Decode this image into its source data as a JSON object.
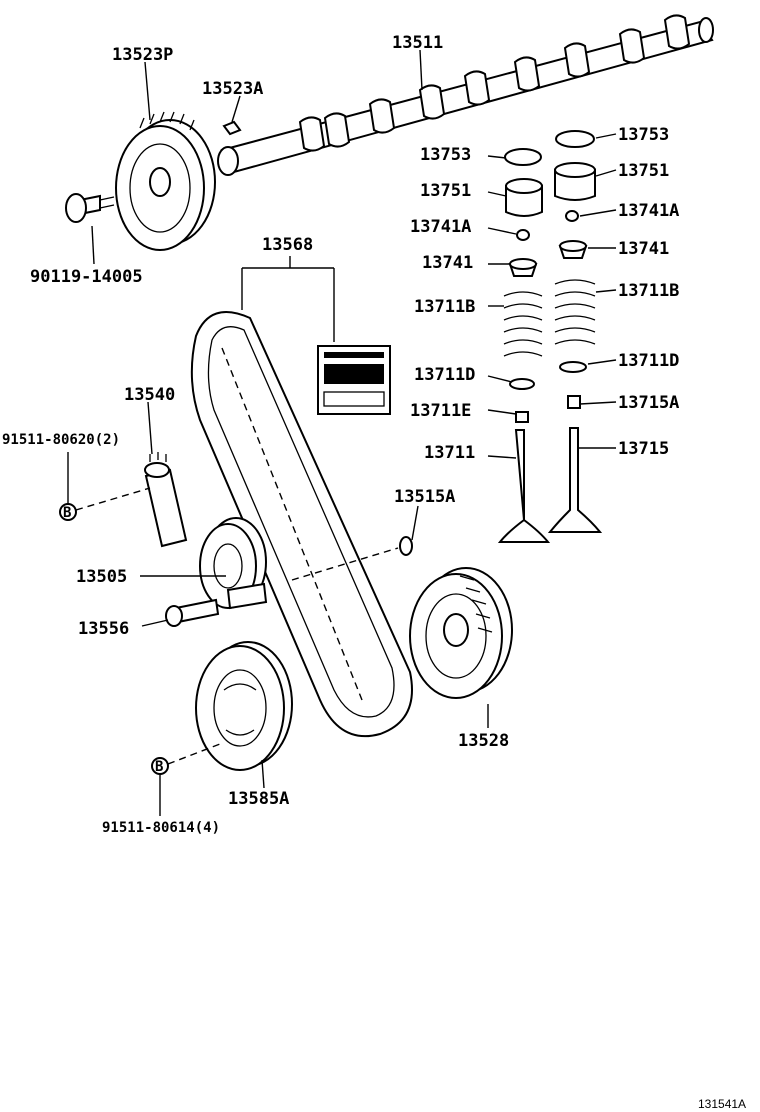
{
  "diagram": {
    "reference_code": "131541A",
    "labels": {
      "p13523P": "13523P",
      "p13523A": "13523A",
      "p13511": "13511",
      "p13753_l": "13753",
      "p13753_r": "13753",
      "p13751_l": "13751",
      "p13751_r": "13751",
      "p13741A_l": "13741A",
      "p13741A_r": "13741A",
      "p13741_l": "13741",
      "p13741_r": "13741",
      "p13711B_l": "13711B",
      "p13711B_r": "13711B",
      "p13711D_l": "13711D",
      "p13711D_r": "13711D",
      "p13711E": "13711E",
      "p13715A": "13715A",
      "p13711": "13711",
      "p13715": "13715",
      "p90119": "90119-14005",
      "p13568": "13568",
      "p13540": "13540",
      "p91511_80620": "91511-80620(2)",
      "p13515A": "13515A",
      "p13505": "13505",
      "p13556": "13556",
      "p13528": "13528",
      "p13585A": "13585A",
      "p91511_80614": "91511-80614(4)",
      "badge_b1": "B",
      "badge_b2": "B"
    }
  }
}
